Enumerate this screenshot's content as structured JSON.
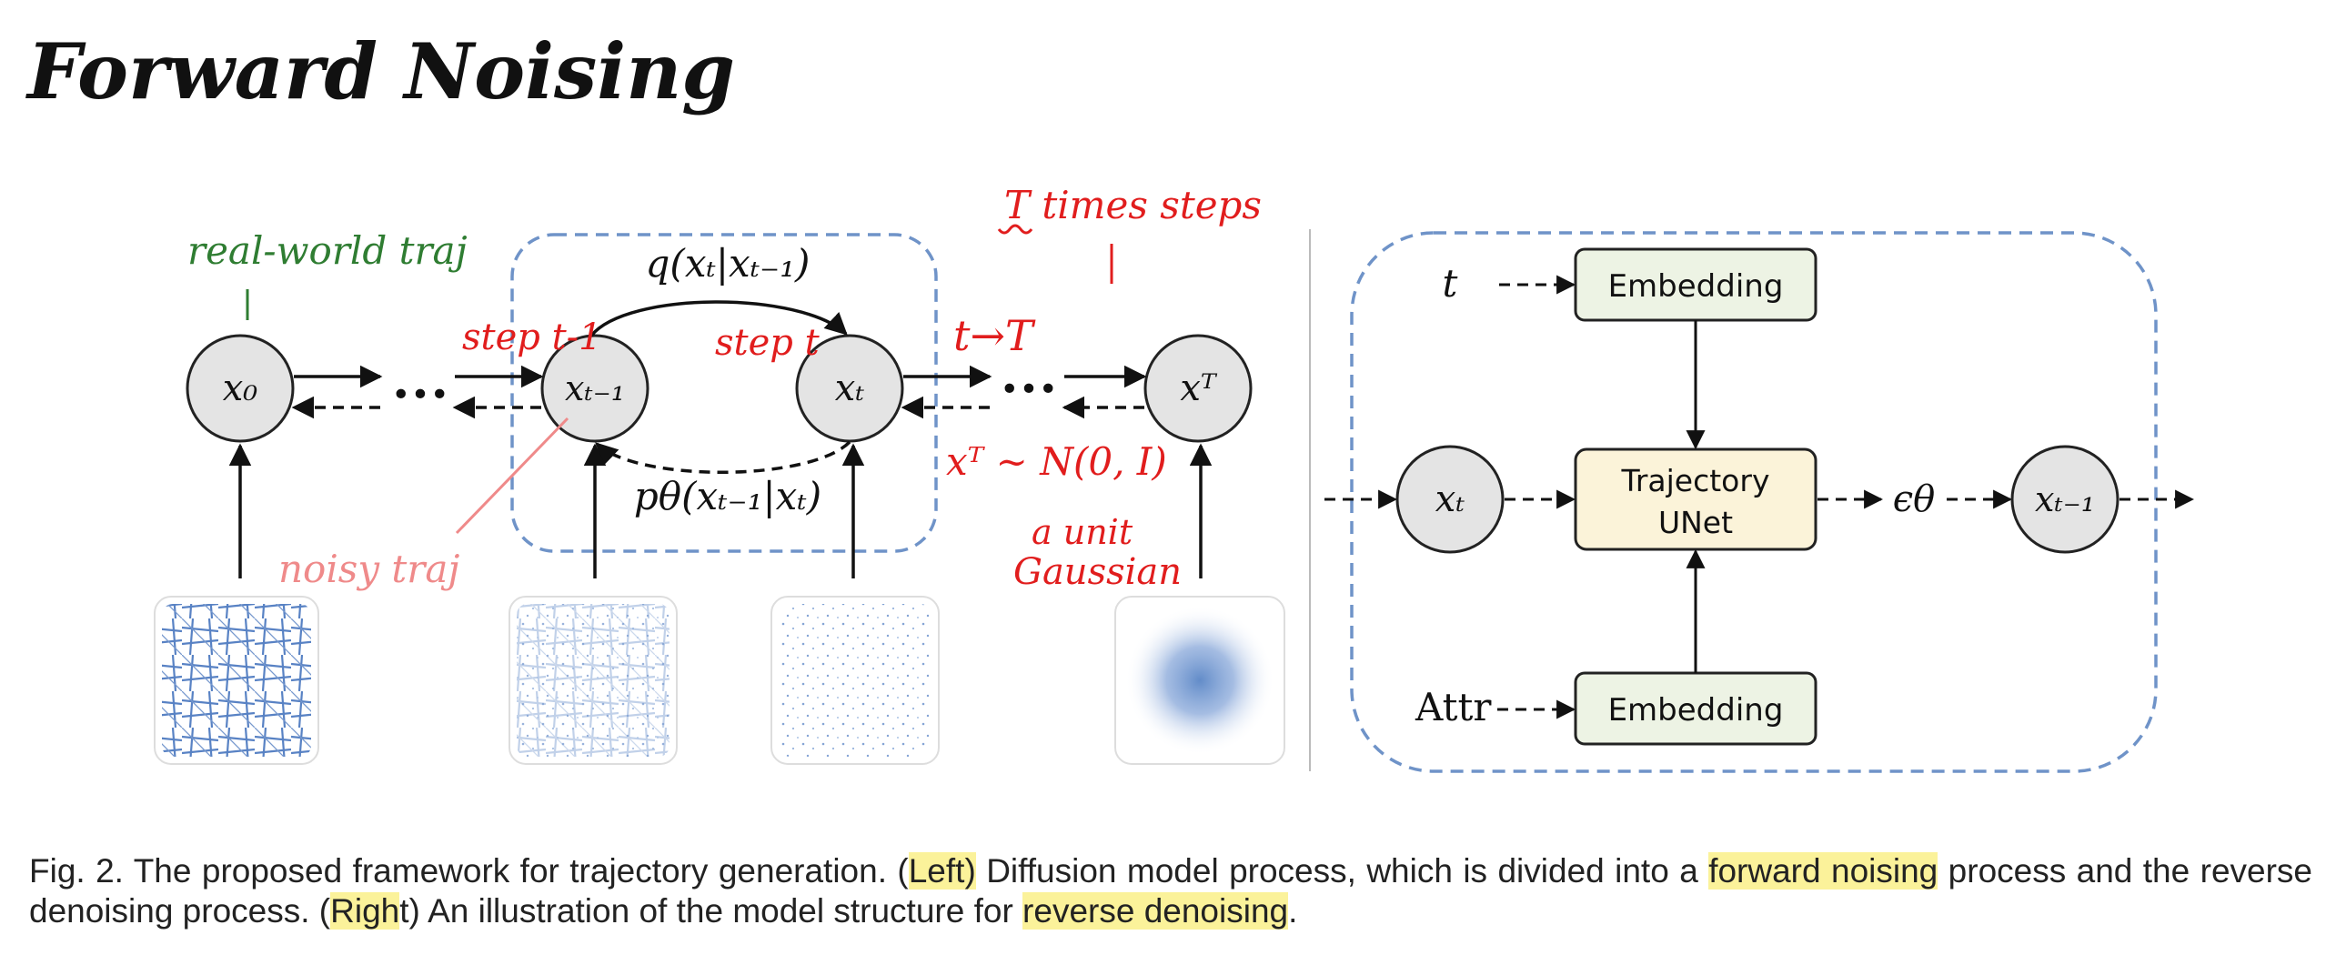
{
  "title": "Forward Noising",
  "annotations": {
    "real_world": "real-world traj",
    "t_times_steps": "T times steps",
    "step_t_minus_1": "step t-1",
    "step_t": "step t",
    "t_to_T": "t→T",
    "noise_dist": "xᵀ ∼ N(0, I)",
    "unit_gaussian_line1": "a unit",
    "unit_gaussian_line2": "Gaussian",
    "noisy_traj": "noisy traj"
  },
  "left_diagram": {
    "nodes": {
      "x0": "x₀",
      "x_t_minus_1": "xₜ₋₁",
      "x_t": "xₜ",
      "x_T": "xᵀ"
    },
    "forward_label": "q(xₜ|xₜ₋₁)",
    "reverse_label": "pθ(xₜ₋₁|xₜ)",
    "ellipsis_1": "•••",
    "ellipsis_2": "•••"
  },
  "right_diagram": {
    "t_input": "t",
    "attr_input": "Attr",
    "embedding_top": "Embedding",
    "embedding_bottom": "Embedding",
    "unet_line1": "Trajectory",
    "unet_line2": "UNet",
    "x_t": "xₜ",
    "epsilon": "ϵθ",
    "x_t_minus_1": "xₜ₋₁"
  },
  "caption": {
    "part1": "Fig. 2. The proposed framework for trajectory generation. (",
    "hl1": "Left)",
    "part2": " Diffusion model process, which is divided into a ",
    "hl2": "forward noising",
    "part3": " process and the reverse denoising process. (",
    "hl3": "Righ",
    "part4": "t) An illustration of the model structure for ",
    "hl4": "reverse denoising",
    "part5": "."
  },
  "colors": {
    "node_fill": "#e4e4e4",
    "embedding_fill": "#edf3e4",
    "unet_fill": "#fbf3d9",
    "dashed_box": "#6f93c8",
    "annotation_red": "#e11d1d",
    "highlight": "#fbf29a"
  }
}
